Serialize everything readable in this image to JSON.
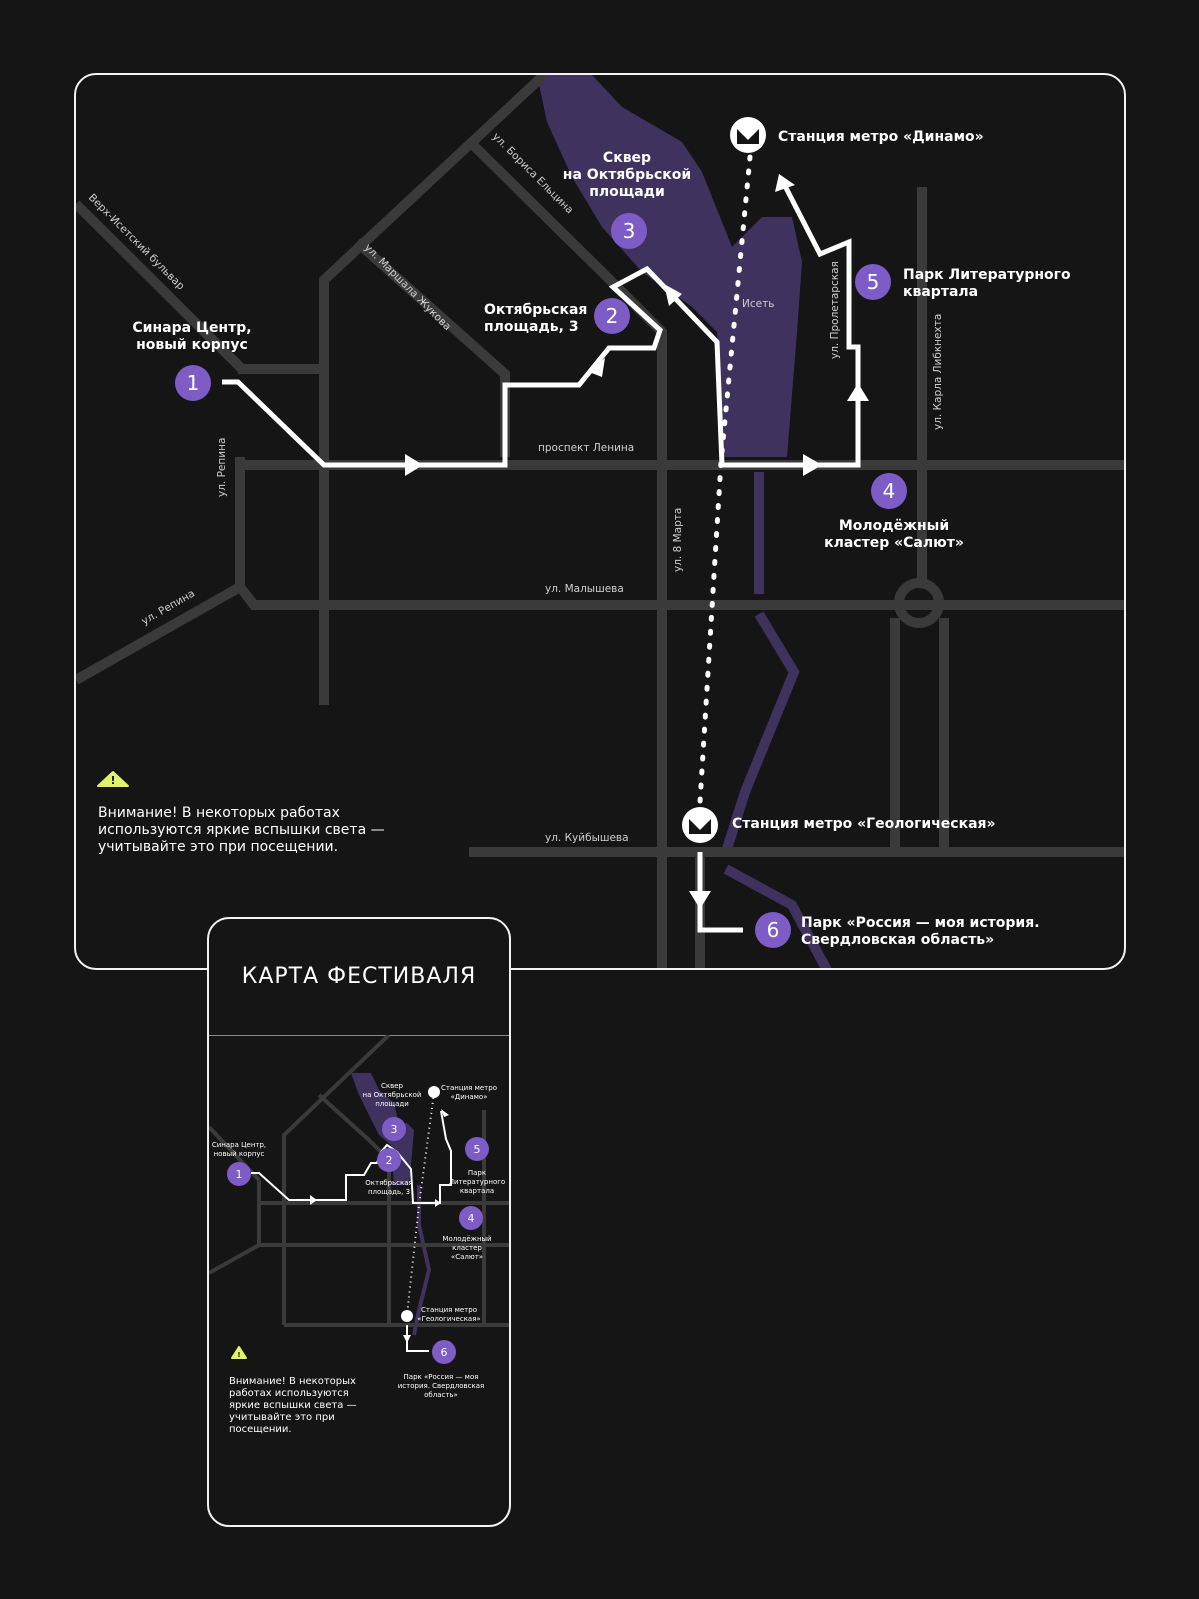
{
  "map": {
    "points": [
      {
        "num": "1",
        "label": [
          "Синара Центр,",
          "новый корпус"
        ]
      },
      {
        "num": "2",
        "label": [
          "Октябрьская",
          "площадь, 3"
        ]
      },
      {
        "num": "3",
        "label": [
          "Сквер",
          "на Октябрьской",
          "площади"
        ]
      },
      {
        "num": "4",
        "label": [
          "Молодёжный",
          "кластер «Салют»"
        ]
      },
      {
        "num": "5",
        "label": [
          "Парк Литературного",
          "квартала"
        ]
      },
      {
        "num": "6",
        "label": [
          "Парк «Россия — моя история.",
          "Свердловская область»"
        ]
      }
    ],
    "metro": [
      {
        "name": "Станция метро «Динамо»"
      },
      {
        "name": "Станция метро «Геологическая»"
      }
    ],
    "river": "Исеть",
    "streets": {
      "verkh_isetsky": "Верх-Исетский бульвар",
      "eltsina": "ул. Бориса Ельцина",
      "zhukova": "ул. Маршала Жукова",
      "repina_v": "ул. Репина",
      "repina_d": "ул. Репина",
      "lenina": "проспект Ленина",
      "malysheva": "ул. Малышева",
      "marta": "ул. 8 Марта",
      "proletarskaya": "ул. Пролетарская",
      "liebknecht": "ул. Карла Либкнехта",
      "kuibysheva": "ул. Куйбышева"
    },
    "warning": "Внимание! В некоторых работах используются яркие вспышки света — учитывайте это при посещении.",
    "mobile_title": "КАРТА ФЕСТИВАЛЯ",
    "mobile_labels": {
      "p1": [
        "Синара Центр,",
        "новый корпус"
      ],
      "p2": [
        "Октябрьская",
        "площадь, 3"
      ],
      "p3": [
        "Сквер",
        "на Октябрьской",
        "площади"
      ],
      "p4": [
        "Молодёжный",
        "кластер",
        "«Салют»"
      ],
      "p5": [
        "Парк",
        "Литературного",
        "квартала"
      ],
      "p6": [
        "Парк «Россия — моя",
        "история. Свердловская",
        "область»"
      ],
      "m1": [
        "Станция метро",
        "«Динамо»"
      ],
      "m2": [
        "Станция метро",
        "«Геологическая»"
      ]
    },
    "mobile_warning": "Внимание! В некоторых работах используются яркие вспышки света — учитывайте это при посещении."
  },
  "colors": {
    "background": "#151515",
    "road": "#3a3a3a",
    "river": "#40325e",
    "marker": "#7d5cc6",
    "route": "#ffffff",
    "warning": "#e1f26b"
  }
}
